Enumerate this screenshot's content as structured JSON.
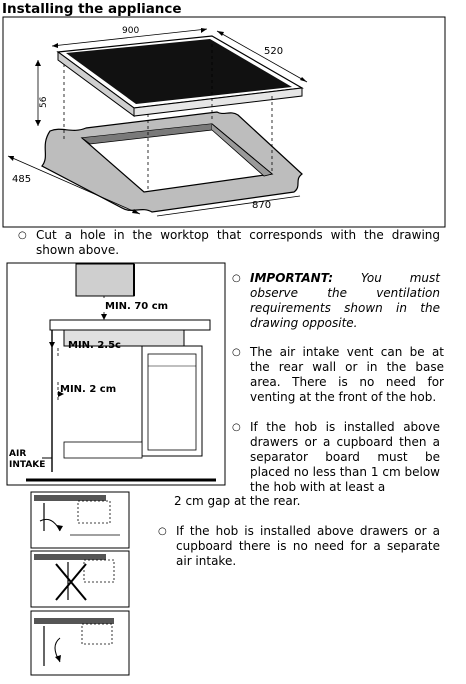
{
  "heading": "Installing the appliance",
  "top_figure": {
    "dim_width": "900",
    "dim_depth": "520",
    "dim_height": "56",
    "cut_width": "870",
    "cut_depth": "485"
  },
  "bullets": {
    "cut_hole": "Cut a hole in the worktop that corresponds with the drawing shown above.",
    "important_label": "IMPORTANT:",
    "important_text": "You must observe the ventilation requirements shown in the drawing opposite.",
    "air_vent": "The air intake vent can be at the rear wall or in the base area. There is no need for venting at the front of the hob.",
    "separator_1": "If the hob is installed above drawers or a cupboard then a separator board must be placed no less than 1 cm below the hob with at least a",
    "separator_2": "2 cm gap at the rear.",
    "no_separate_intake": "If the hob is installed above drawers or a cupboard there is no need for a separate air intake."
  },
  "vent_figure": {
    "min_70": "MIN. 70 cm",
    "min_25": "MIN. 2.5c",
    "min_2": "MIN. 2 cm",
    "air": "AIR",
    "intake": "INTAKE"
  }
}
